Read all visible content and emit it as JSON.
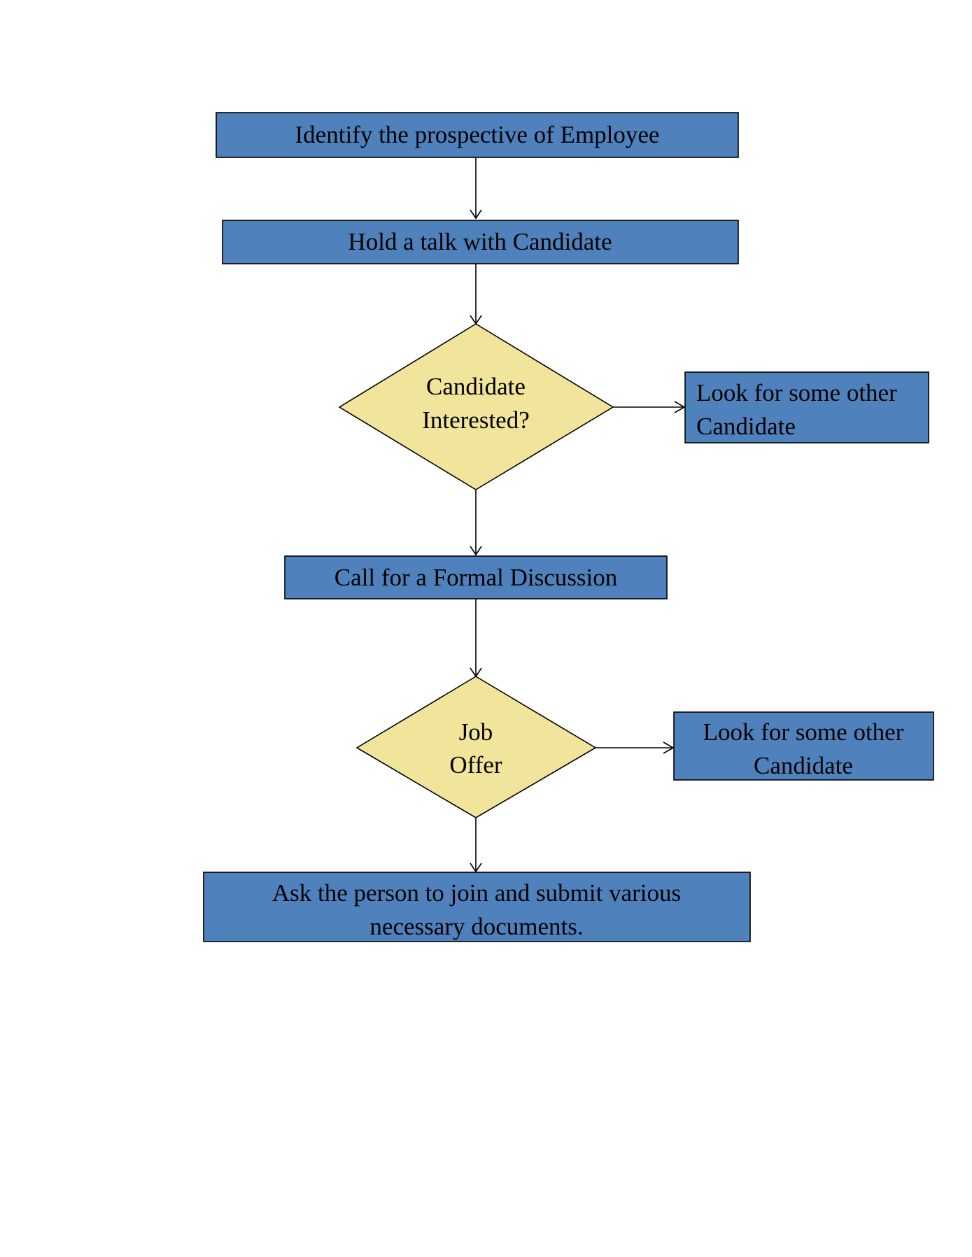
{
  "colors": {
    "process_fill": "#4f81bd",
    "decision_fill": "#f0e59b",
    "line": "#000000",
    "text": "#000000"
  },
  "nodes": {
    "identify": {
      "label": "Identify the prospective of Employee"
    },
    "hold_talk": {
      "label": "Hold a talk with Candidate"
    },
    "candidate_interested": {
      "lines": [
        "Candidate",
        "Interested?"
      ]
    },
    "look_other_1": {
      "lines": [
        "Look for some other",
        "Candidate"
      ]
    },
    "formal_discussion": {
      "label": "Call for a Formal Discussion"
    },
    "job_offer": {
      "lines": [
        "Job",
        "Offer"
      ]
    },
    "look_other_2": {
      "lines": [
        "Look for some other",
        "Candidate"
      ]
    },
    "ask_join": {
      "lines": [
        "Ask the person to join and submit various",
        "necessary documents."
      ]
    }
  },
  "edges": [
    {
      "from": "identify",
      "to": "hold_talk"
    },
    {
      "from": "hold_talk",
      "to": "candidate_interested"
    },
    {
      "from": "candidate_interested",
      "to": "look_other_1"
    },
    {
      "from": "candidate_interested",
      "to": "formal_discussion"
    },
    {
      "from": "formal_discussion",
      "to": "job_offer"
    },
    {
      "from": "job_offer",
      "to": "look_other_2"
    },
    {
      "from": "job_offer",
      "to": "ask_join"
    }
  ]
}
